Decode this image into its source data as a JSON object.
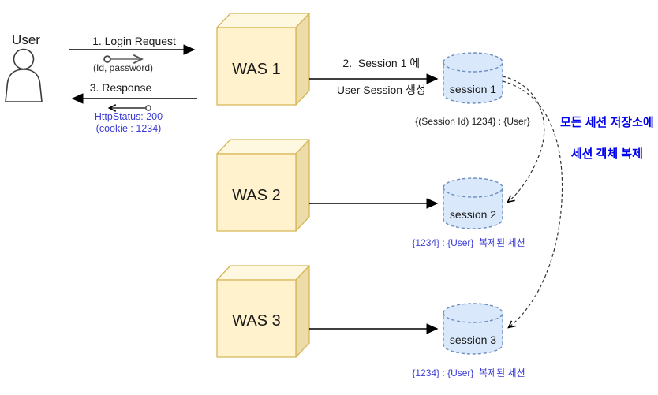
{
  "diagram_title": "WAS session replication (all-to-all session copy) diagram",
  "user": {
    "label": "User"
  },
  "flows": {
    "login": {
      "label": "1. Login Request",
      "detail": "(Id, password)"
    },
    "response": {
      "label": "3. Response",
      "detail_line1": "HttpStatus: 200",
      "detail_line2": "(cookie : 1234)"
    },
    "create_session": {
      "line1": "2.  Session 1 에",
      "line2": "User Session 생성"
    }
  },
  "servers": [
    {
      "label": "WAS 1"
    },
    {
      "label": "WAS 2"
    },
    {
      "label": "WAS 3"
    }
  ],
  "sessions": [
    {
      "label": "session 1",
      "note": "{(Session Id) 1234} : {User}"
    },
    {
      "label": "session 2",
      "note": "{1234} : {User}  복제된 세션"
    },
    {
      "label": "session 3",
      "note": "{1234} : {User}  복제된 세션"
    }
  ],
  "annotation": {
    "line1": "모든 세션 저장소에",
    "line2": "세션 객체 복제"
  },
  "colors": {
    "cube_front": "#fff2cc",
    "cube_top": "#fff8e1",
    "cube_side": "#ecdca9",
    "cube_stroke": "#d6b656",
    "cylinder_fill": "#dae8fc",
    "cylinder_stroke": "#6c8ebf",
    "blue_text": "#3b3bd6",
    "annotation_blue": "#0000ee",
    "arrow_black": "#000000",
    "dashed_curve": "#333333"
  }
}
